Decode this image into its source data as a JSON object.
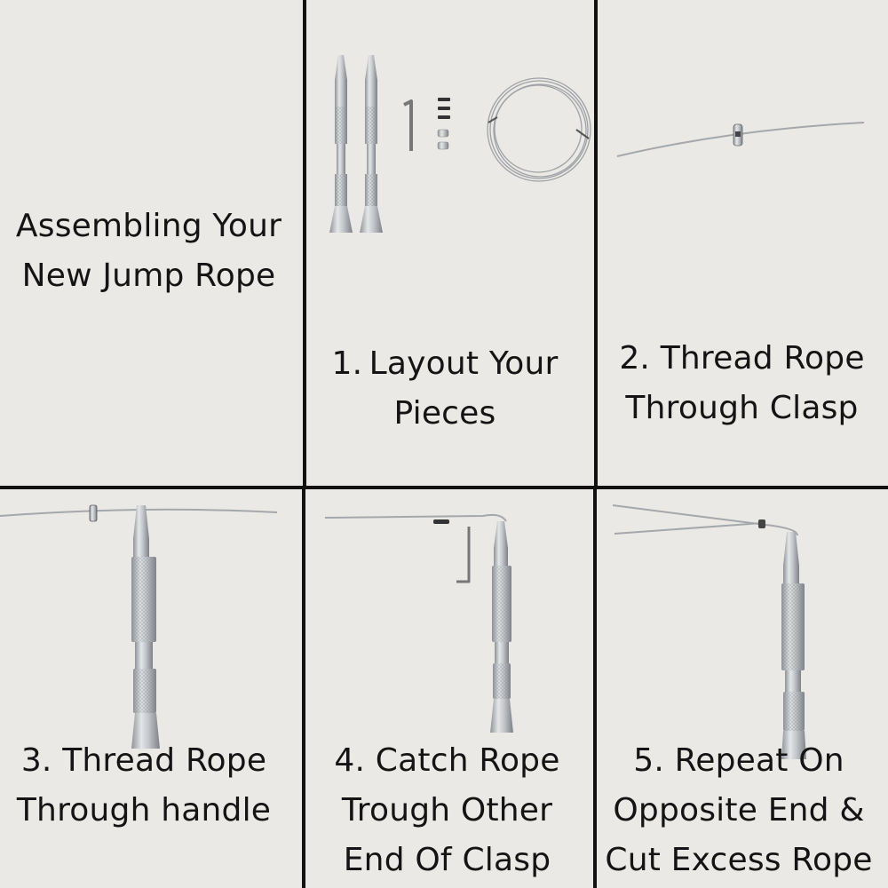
{
  "title": {
    "line1": "Assembling Your",
    "line2": "New Jump Rope"
  },
  "steps": [
    {
      "line1": "1. Layout Your",
      "line2": "Pieces"
    },
    {
      "line1": "2. Thread Rope",
      "line2": "Through Clasp"
    },
    {
      "line1": "3. Thread Rope",
      "line2": "Through handle"
    },
    {
      "line1": "4. Catch Rope",
      "line2": "Trough Other",
      "line3": "End Of Clasp"
    },
    {
      "line1": "5. Repeat On",
      "line2": "Opposite End &",
      "line3": "Cut Excess Rope"
    }
  ],
  "colors": {
    "background": "#ebe9e5",
    "divider": "#111111",
    "metal": "#b9bcc0",
    "text": "#141414"
  }
}
